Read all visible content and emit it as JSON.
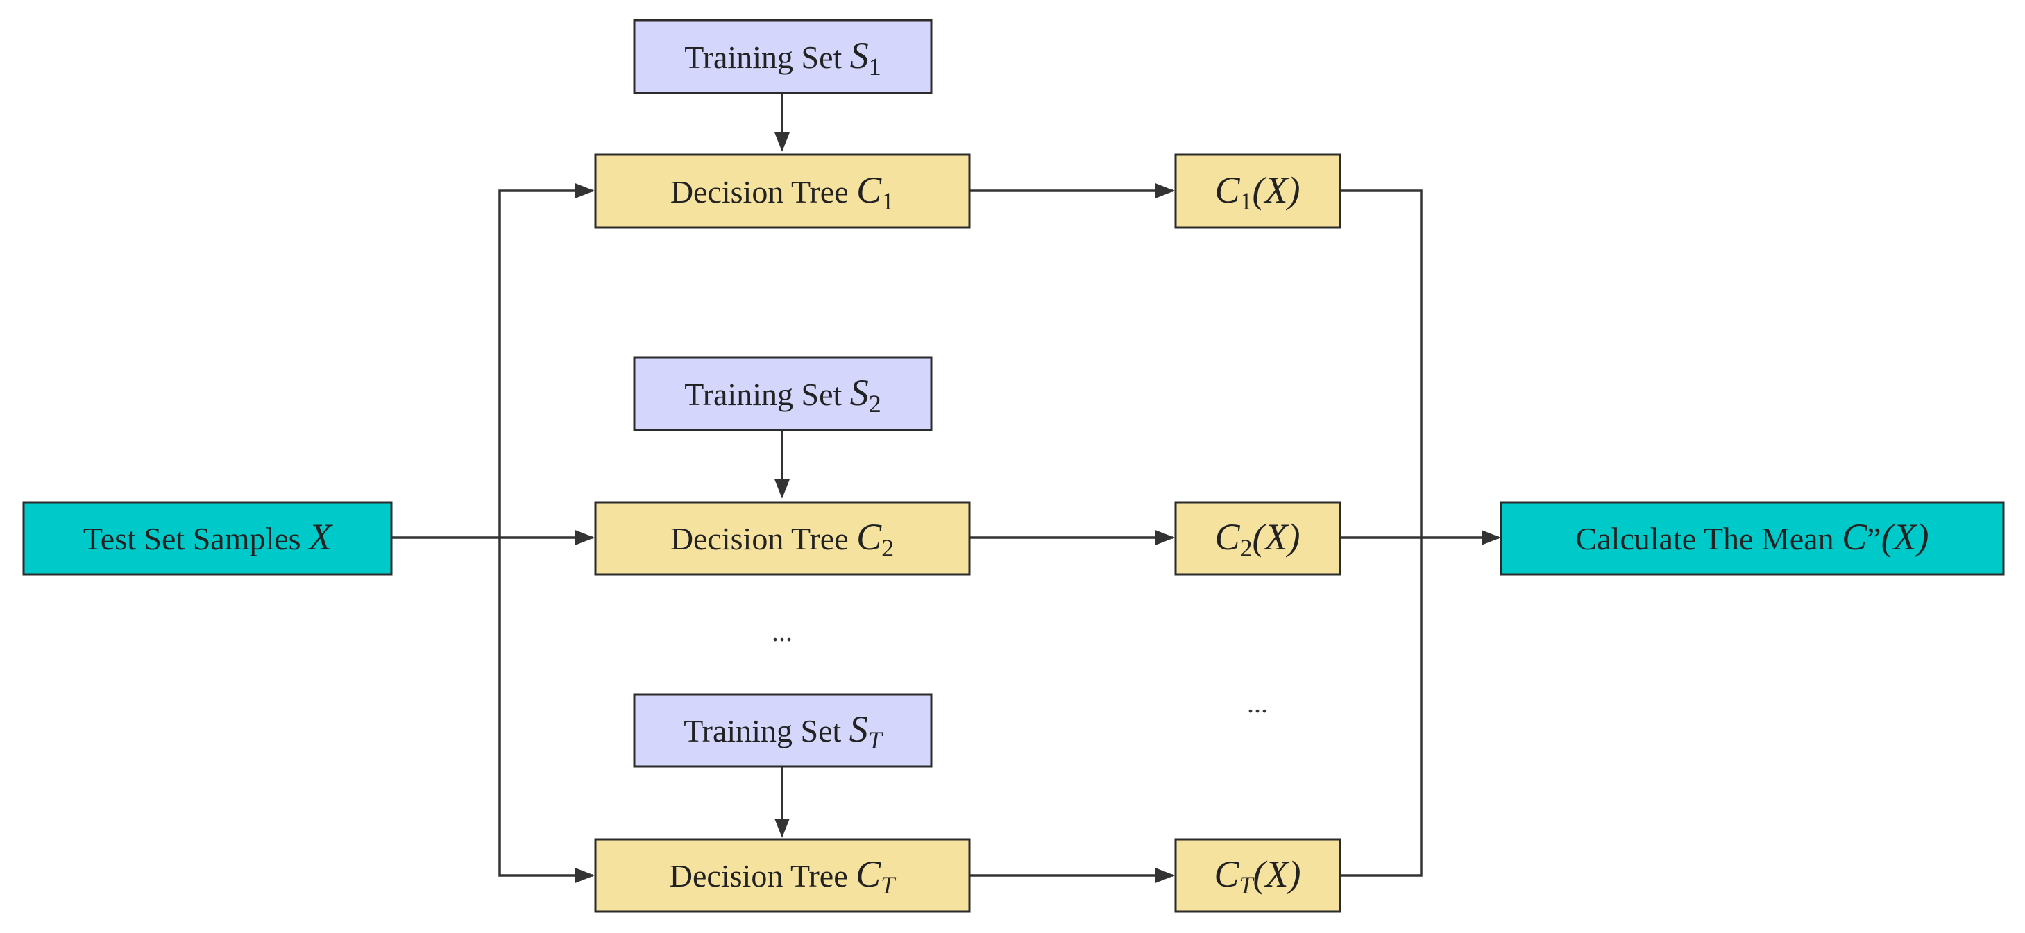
{
  "colors": {
    "training_fill": "#d4d6fb",
    "tree_fill": "#f6e29f",
    "io_fill": "#00c9c9",
    "edge": "#333333"
  },
  "nodes": {
    "test_set": {
      "label": "Test Set Samples ",
      "var": "X"
    },
    "mean": {
      "label": "Calculate The Mean ",
      "var": "C",
      "quote": "”",
      "arg": "(X)"
    },
    "training_sets": [
      {
        "label": "Training Set ",
        "var": "S",
        "sub": "1"
      },
      {
        "label": "Training Set ",
        "var": "S",
        "sub": "2"
      },
      {
        "label": "Training Set ",
        "var": "S",
        "sub": "T"
      }
    ],
    "trees": [
      {
        "label": "Decision Tree ",
        "var": "C",
        "sub": "1"
      },
      {
        "label": "Decision Tree ",
        "var": "C",
        "sub": "2"
      },
      {
        "label": "Decision Tree ",
        "var": "C",
        "sub": "T"
      }
    ],
    "outputs": [
      {
        "var": "C",
        "sub": "1",
        "arg": "(X)"
      },
      {
        "var": "C",
        "sub": "2",
        "arg": "(X)"
      },
      {
        "var": "C",
        "sub": "T",
        "arg": "(X)"
      }
    ]
  },
  "ellipses": {
    "trees": "...",
    "outputs": "..."
  }
}
